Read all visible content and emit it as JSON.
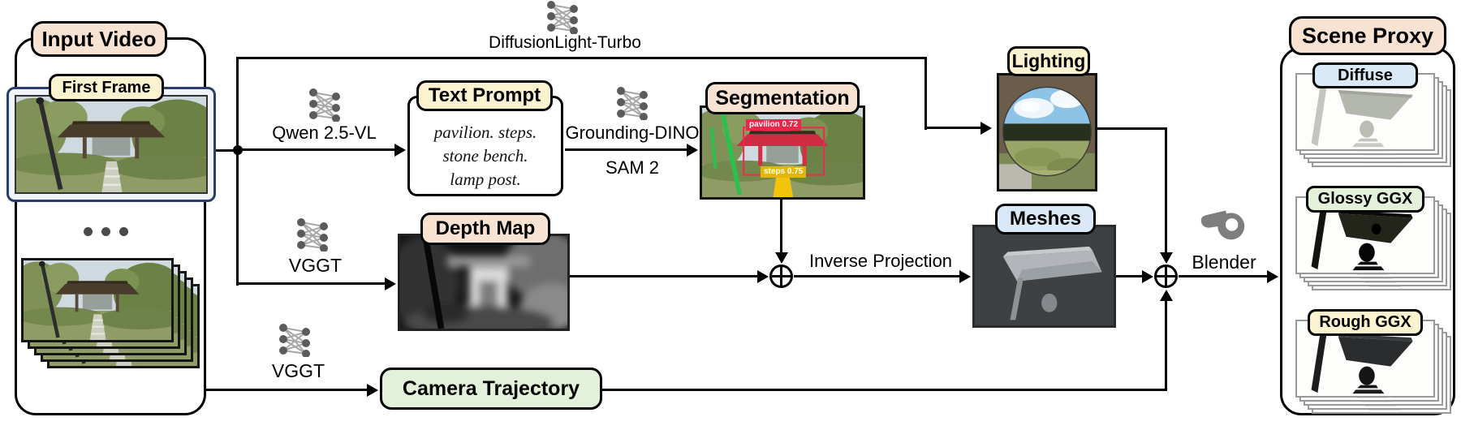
{
  "colors": {
    "peach_label": "#F8E3D2",
    "cream_label": "#FBF2CF",
    "light_blue_label": "#D9E9F7",
    "light_green_label": "#E3F0DA",
    "line": "#000000",
    "nn_icon_dot": "#5B5B5B",
    "blender_gray": "#7E7E7E",
    "detection_red": "#E8274B",
    "detection_yellow": "#F3C50A"
  },
  "input_video": {
    "title": "Input Video",
    "first_frame_label": "First Frame",
    "ellipsis_icon": "three-dots-icon",
    "frame_stack_icon": "video-frames-stack"
  },
  "pipeline": {
    "diffusionlight": {
      "model_label": "DiffusionLight-Turbo",
      "icon": "neural-network-icon"
    },
    "qwen": {
      "model_label": "Qwen 2.5-VL",
      "icon": "neural-network-icon"
    },
    "text_prompt": {
      "title": "Text Prompt",
      "lines": [
        "pavilion. steps.",
        "stone bench.",
        "lamp post."
      ]
    },
    "grounding_dino": {
      "model_label_top": "Grounding-DINO",
      "model_label_bottom": "SAM 2",
      "icon": "neural-network-icon"
    },
    "segmentation": {
      "title": "Segmentation",
      "detections": [
        {
          "label": "pavilion 0.72",
          "color": "#E8274B"
        },
        {
          "label": "steps 0.75",
          "color": "#F3C50A"
        }
      ]
    },
    "vggt_depth": {
      "model_label": "VGGT",
      "icon": "neural-network-icon"
    },
    "depth_map": {
      "title": "Depth Map"
    },
    "lighting": {
      "title": "Lighting"
    },
    "inverse_projection_label": "Inverse Projection",
    "meshes": {
      "title": "Meshes"
    },
    "vggt_camera": {
      "model_label": "VGGT",
      "icon": "neural-network-icon"
    },
    "camera_trajectory": {
      "title": "Camera Trajectory"
    },
    "blender": {
      "label": "Blender",
      "icon": "blender-logo-icon"
    }
  },
  "scene_proxy": {
    "title": "Scene Proxy",
    "layers": [
      {
        "label": "Diffuse"
      },
      {
        "label": "Glossy GGX"
      },
      {
        "label": "Rough GGX"
      }
    ]
  }
}
